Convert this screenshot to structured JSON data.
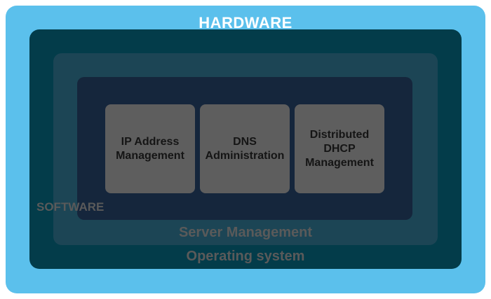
{
  "diagram": {
    "hardware": {
      "label": "HARDWARE",
      "bg": "#5bc0ec",
      "text_color": "#ffffff"
    },
    "operating_system": {
      "label": "Operating system",
      "bg": "#033c4a",
      "text_color": "#5a5a5a"
    },
    "server_management": {
      "label": "Server Management",
      "bg": "#1c4555",
      "text_color": "#5a5a5a"
    },
    "software": {
      "label": "SOFTWARE",
      "bg": "#15263c",
      "text_color": "#5a5a5a"
    },
    "modules": [
      {
        "label": "IP Address\nManagement",
        "bg": "#5e5e5e",
        "text_color": "#151515"
      },
      {
        "label": "DNS\nAdministration",
        "bg": "#5e5e5e",
        "text_color": "#151515"
      },
      {
        "label": "Distributed\nDHCP\nManagement",
        "bg": "#5e5e5e",
        "text_color": "#151515"
      }
    ]
  }
}
